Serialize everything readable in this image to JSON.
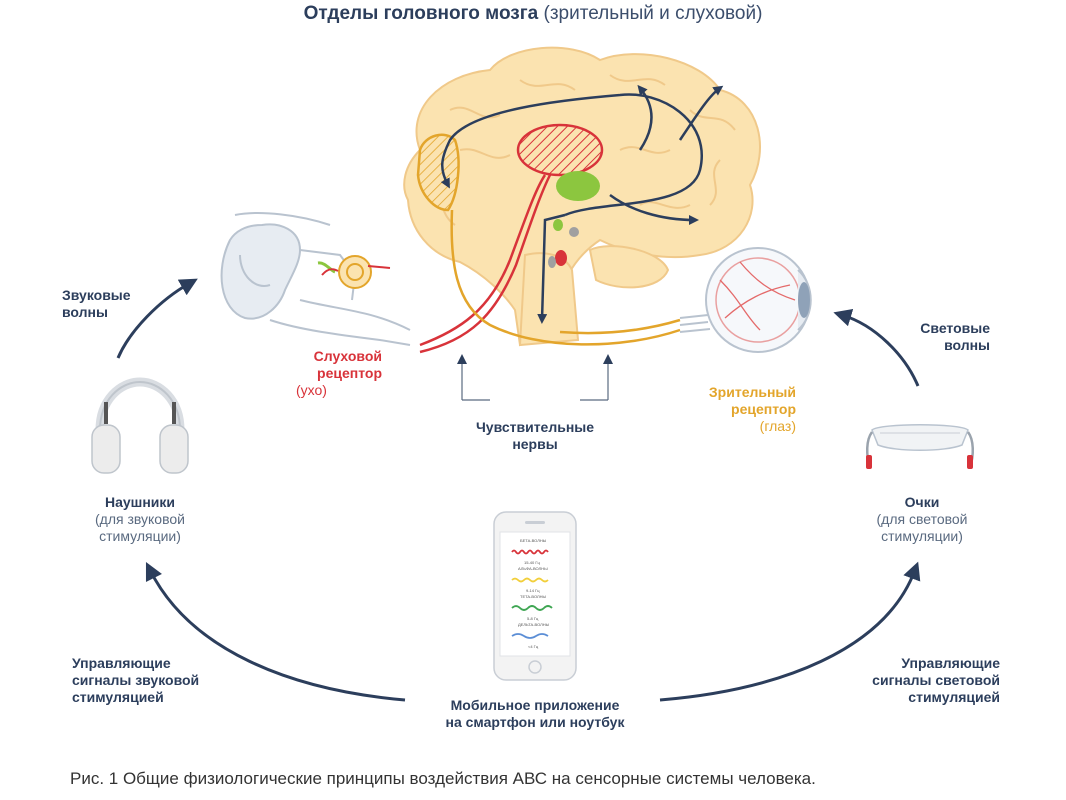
{
  "title": {
    "main": "Отделы головного мозга",
    "paren": "(зрительный и слуховой)"
  },
  "labels": {
    "sound_waves": [
      "Звуковые",
      "волны"
    ],
    "light_waves": [
      "Световые",
      "волны"
    ],
    "auditory_receptor": [
      "Слуховой",
      "рецептор"
    ],
    "auditory_receptor_sub": "(ухо)",
    "visual_receptor": [
      "Зрительный",
      "рецептор"
    ],
    "visual_receptor_sub": "(глаз)",
    "sensory_nerves": [
      "Чувствительные",
      "нервы"
    ],
    "headphones": "Наушники",
    "headphones_sub": [
      "(для звуковой",
      "стимуляции)"
    ],
    "glasses": "Очки",
    "glasses_sub": [
      "(для световой",
      "стимуляции)"
    ],
    "control_sound": [
      "Управляющие",
      "сигналы звуковой",
      "стимуляцией"
    ],
    "control_light": [
      "Управляющие",
      "сигналы световой",
      "стимуляцией"
    ],
    "mobile_app": [
      "Мобильное приложение",
      "на смартфон или ноутбук"
    ]
  },
  "phone_screen": {
    "rows": [
      {
        "label": "БЕТА-ВОЛНЫ",
        "freq": "15-40 Гц"
      },
      {
        "label": "АЛЬФА-ВОЛНЫ",
        "freq": "9-14 Гц"
      },
      {
        "label": "ТЕТА-ВОЛНЫ",
        "freq": "5-8 Гц"
      },
      {
        "label": "ДЕЛЬТА-ВОЛНЫ",
        "freq": "<4 Гц"
      }
    ]
  },
  "colors": {
    "navy": "#2c3e5c",
    "red": "#d8333a",
    "orange": "#e3a52b",
    "brain_fill": "#fbe3b0",
    "green": "#8cc63f"
  },
  "caption": "Рис. 1 Общие физиологические принципы воздействия АВС на сенсорные системы человека."
}
